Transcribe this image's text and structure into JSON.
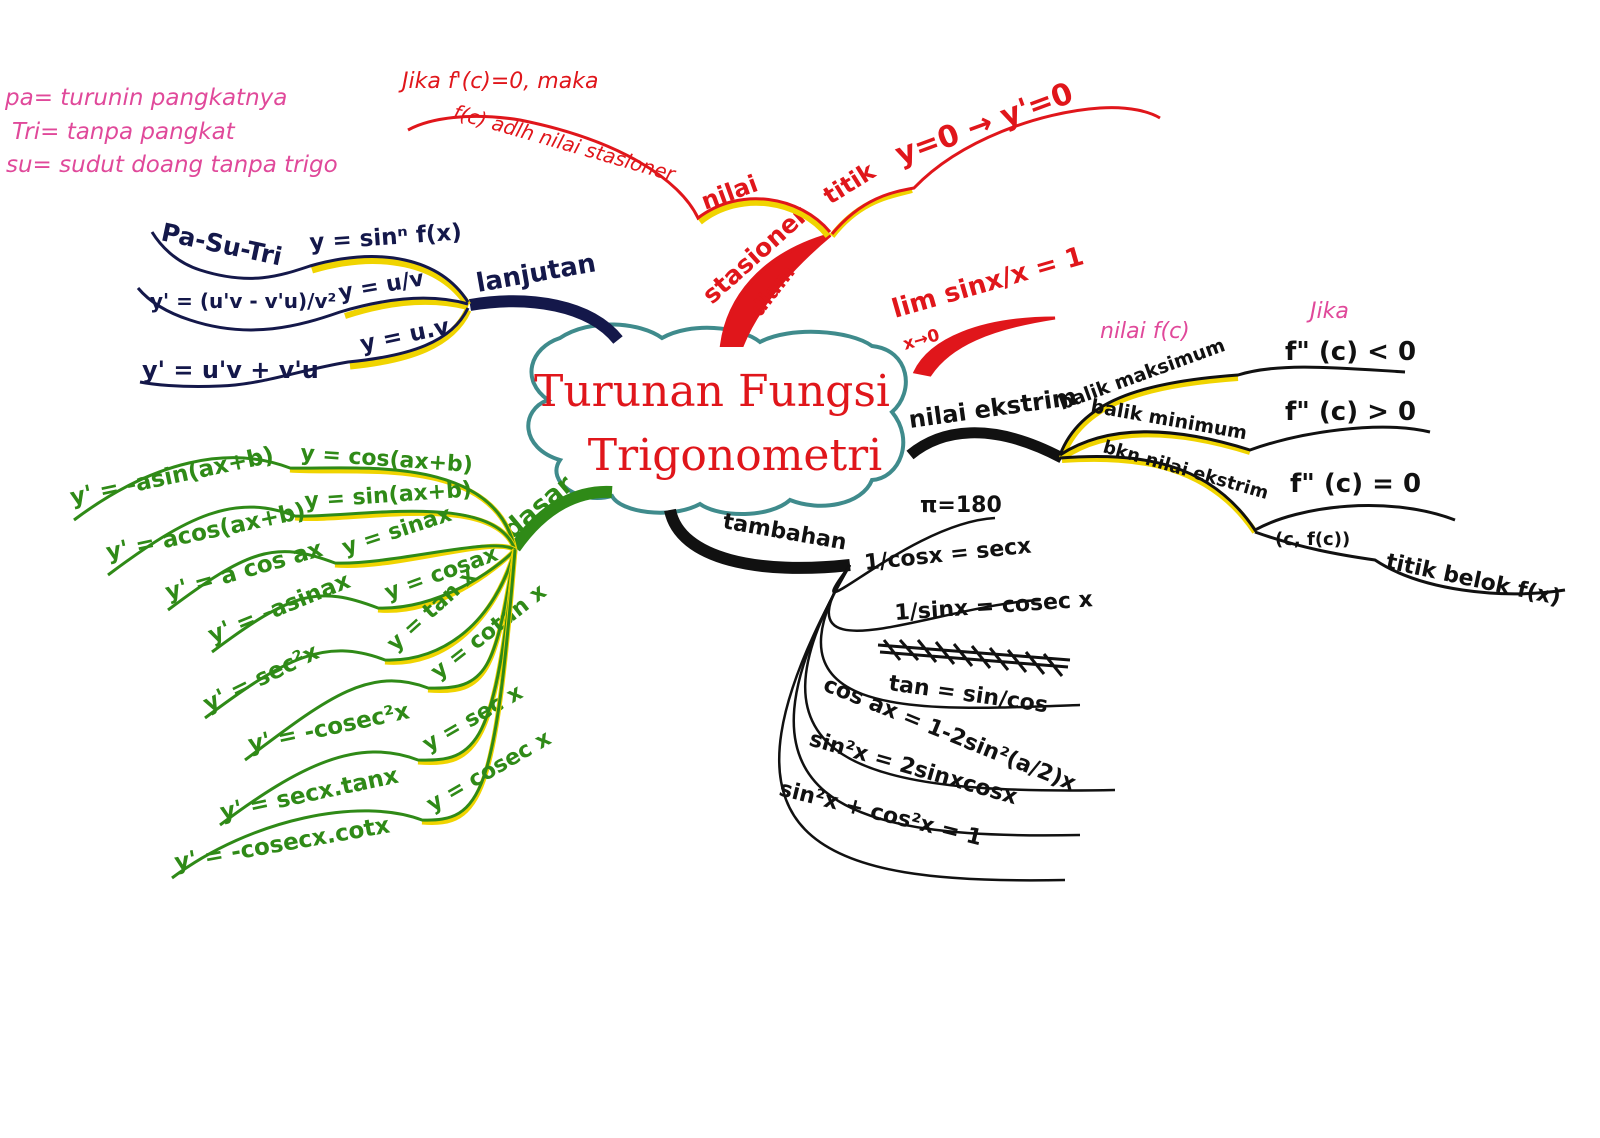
{
  "colors": {
    "navy": "#14184a",
    "green": "#2f8a17",
    "red": "#e0161b",
    "black": "#111111",
    "pink": "#e0499a",
    "teal": "#3f8b8c",
    "yellow": "#f0d400"
  },
  "center": {
    "line1": "Turunan Fungsi",
    "line2": "Trigonometri"
  },
  "notes": [
    "pa= turunin pangkatnya",
    "Tri= tanpa pangkat",
    "su= sudut doang tanpa trigo"
  ],
  "lanjutan": {
    "label": "lanjutan",
    "rule_name": "Pa-Su-Tri",
    "rule_formula": "y = sinⁿ f(x)",
    "quot_func": "y = u/v",
    "quot_deriv": "y' = (u'v - v'u)/v²",
    "prod_func": "y = u.v",
    "prod_deriv": "y' = u'v + v'u"
  },
  "dasar": {
    "label": "dasar",
    "items": [
      {
        "func": "y = cos(ax+b)",
        "deriv": "y' = -asin(ax+b)"
      },
      {
        "func": "y = sin(ax+b)",
        "deriv": "y' = acos(ax+b)"
      },
      {
        "func": "y = sinax",
        "deriv": "y' = a cos ax"
      },
      {
        "func": "y = cosax",
        "deriv": "y' = -asinax"
      },
      {
        "func": "y = tan x",
        "deriv": "y' = sec²x"
      },
      {
        "func": "y = cotan x",
        "deriv": "y' = -cosec²x"
      },
      {
        "func": "y = sec x",
        "deriv": "y' = secx.tanx"
      },
      {
        "func": "y = cosec x",
        "deriv": "y' = -cosecx.cotx"
      }
    ]
  },
  "stasioner": {
    "label": "stasioner",
    "sublabel": "diam",
    "nilai": "nilai",
    "nilai_note_1": "Jika f'(c)=0, maka",
    "nilai_note_2": "f(c) adlh nilai stasioner",
    "titik": "titik",
    "titik_formula": "y=0 → y'=0"
  },
  "limit": {
    "formula": "lim sinx/x = 1",
    "sub": "x→0"
  },
  "ekstrim": {
    "label": "nilai ekstrim",
    "nilai_fc": "nilai f(c)",
    "jika": "Jika",
    "items": [
      {
        "name": "balik maksimum",
        "cond": "f\" (c) < 0"
      },
      {
        "name": "balik minimum",
        "cond": "f\" (c) > 0"
      },
      {
        "name": "bkn nilai ekstrim",
        "cond": "f\" (c) = 0"
      }
    ],
    "point": "(c, f(c))",
    "titik_belok": "titik belok f(x)"
  },
  "tambahan": {
    "label": "tambahan",
    "pi": "π=180",
    "items": [
      "1/cosx = secx",
      "1/sinx = cosec x",
      "tan = sin/cos",
      "cos ax = 1-2sin²(a/2)x",
      "sin²x = 2sinxcosx",
      "sin²x + cos²x = 1"
    ]
  }
}
